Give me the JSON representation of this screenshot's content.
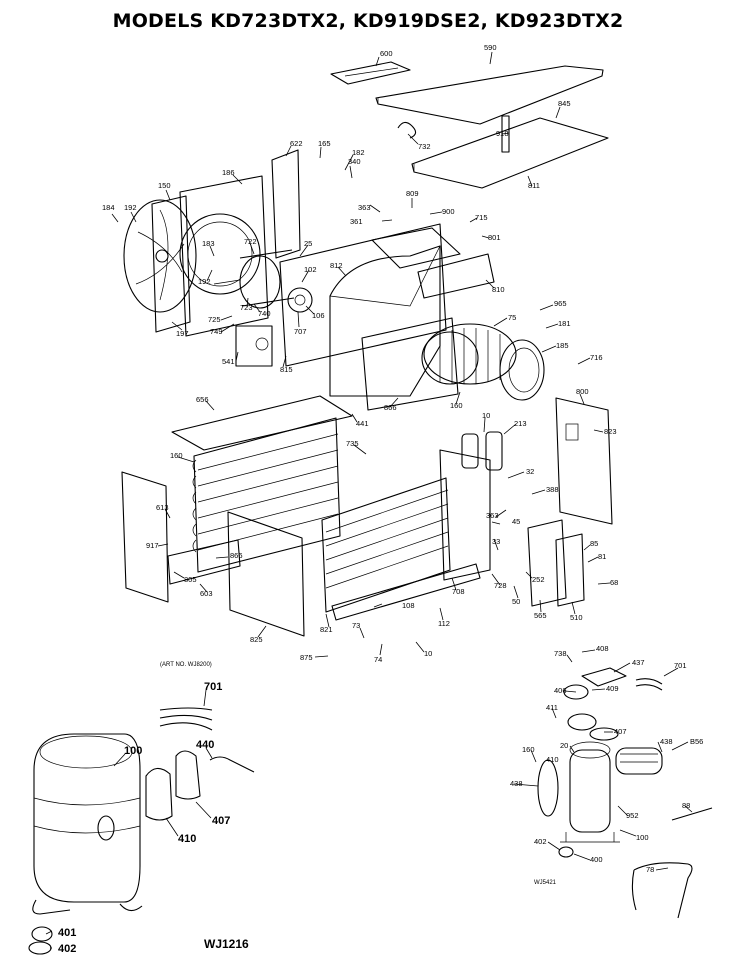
{
  "title": "MODELS KD723DTX2, KD919DSE2, KD923DTX2",
  "art_note": "(ART NO. WJ8200)",
  "small_code": "WJ5421",
  "drawing_code": "WJ1216",
  "callouts_small": [
    "600",
    "590",
    "845",
    "918",
    "732",
    "622",
    "165",
    "182",
    "340",
    "186",
    "150",
    "184",
    "192",
    "363",
    "361",
    "809",
    "900",
    "715",
    "801",
    "811",
    "183",
    "722",
    "25",
    "102",
    "812",
    "810",
    "192",
    "707",
    "106",
    "725",
    "723",
    "740",
    "749",
    "197",
    "965",
    "75",
    "181",
    "541",
    "815",
    "185",
    "716",
    "866",
    "160",
    "800",
    "823",
    "656",
    "441",
    "10",
    "213",
    "735",
    "160",
    "32",
    "613",
    "388",
    "363",
    "45",
    "917",
    "33",
    "85",
    "866",
    "805",
    "603",
    "252",
    "81",
    "708",
    "728",
    "68",
    "108",
    "821",
    "565",
    "510",
    "825",
    "112",
    "50",
    "73",
    "875",
    "74",
    "10",
    "738",
    "408",
    "437",
    "701",
    "406",
    "409",
    "411",
    "407",
    "410",
    "438",
    "B56",
    "160",
    "20",
    "438",
    "952",
    "100",
    "88",
    "402",
    "400",
    "78"
  ],
  "callouts_large": [
    "701",
    "440",
    "100",
    "407",
    "410",
    "401",
    "402"
  ]
}
